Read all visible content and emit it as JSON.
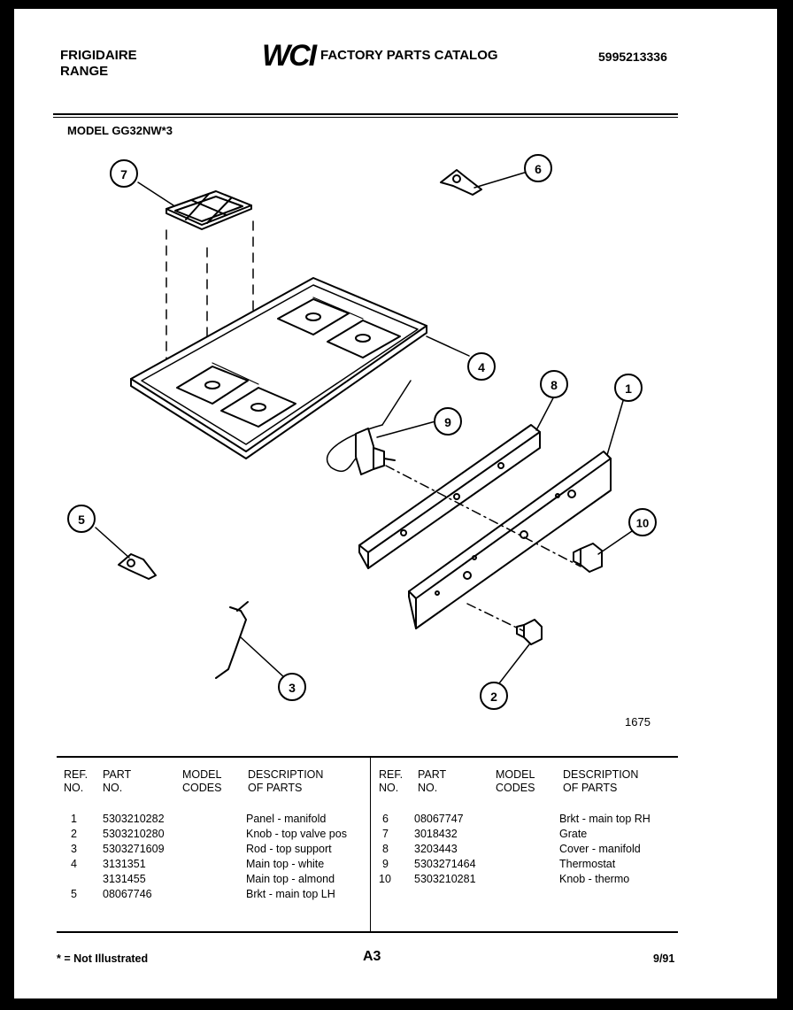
{
  "header": {
    "brand_line1": "FRIGIDAIRE",
    "brand_line2": "RANGE",
    "logo_text": "WCI",
    "catalog_title": "FACTORY PARTS CATALOG",
    "doc_number": "5995213336"
  },
  "model_label": "MODEL GG32NW*3",
  "diagram": {
    "callouts": [
      "1",
      "2",
      "3",
      "4",
      "5",
      "6",
      "7",
      "8",
      "9",
      "10"
    ],
    "figure_number": "1675"
  },
  "table": {
    "headers": {
      "ref": "REF.\nNO.",
      "part": "PART\nNO.",
      "model": "MODEL\nCODES",
      "desc": "DESCRIPTION\nOF PARTS"
    },
    "left_rows": [
      {
        "ref": "1",
        "part": "5303210282",
        "model": "",
        "desc": "Panel - manifold"
      },
      {
        "ref": "2",
        "part": "5303210280",
        "model": "",
        "desc": "Knob - top valve pos"
      },
      {
        "ref": "3",
        "part": "5303271609",
        "model": "",
        "desc": "Rod - top support"
      },
      {
        "ref": "4",
        "part": "3131351",
        "model": "",
        "desc": "Main top - white"
      },
      {
        "ref": "",
        "part": "3131455",
        "model": "",
        "desc": "Main top - almond"
      },
      {
        "ref": "5",
        "part": "08067746",
        "model": "",
        "desc": "Brkt - main top LH"
      }
    ],
    "right_rows": [
      {
        "ref": "6",
        "part": "08067747",
        "model": "",
        "desc": "Brkt - main top RH"
      },
      {
        "ref": "7",
        "part": "3018432",
        "model": "",
        "desc": "Grate"
      },
      {
        "ref": "8",
        "part": "3203443",
        "model": "",
        "desc": "Cover - manifold"
      },
      {
        "ref": "9",
        "part": "5303271464",
        "model": "",
        "desc": "Thermostat"
      },
      {
        "ref": "10",
        "part": "5303210281",
        "model": "",
        "desc": "Knob - thermo"
      }
    ]
  },
  "footer": {
    "note": "* = Not Illustrated",
    "page_code": "A3",
    "date": "9/91"
  }
}
